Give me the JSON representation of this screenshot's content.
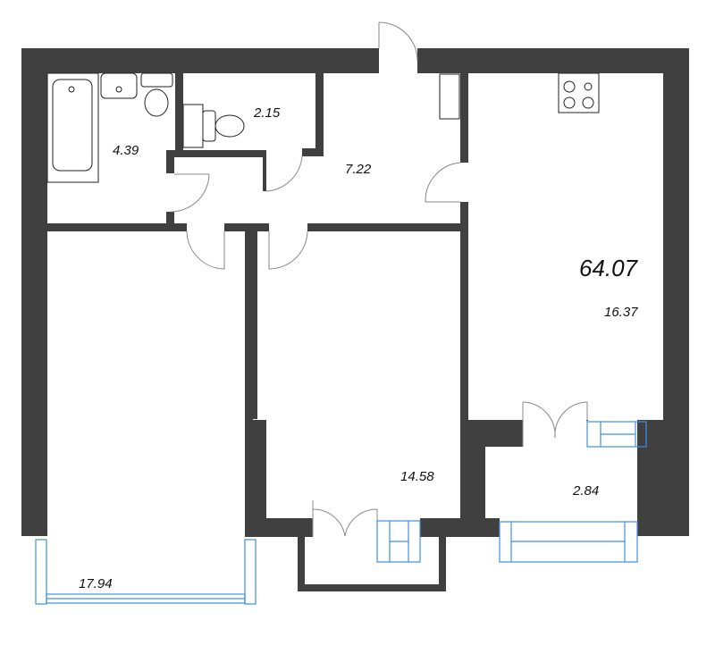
{
  "plan": {
    "total_area": "64.07",
    "colors": {
      "wall": "#404040",
      "window": "#3d8fe8",
      "door_arc": "#888888",
      "fixture": "#222222"
    },
    "rooms": [
      {
        "id": "bathroom",
        "area": "4.39"
      },
      {
        "id": "toilet",
        "area": "2.15"
      },
      {
        "id": "hallway",
        "area": "7.22"
      },
      {
        "id": "kitchen",
        "area": "16.37"
      },
      {
        "id": "bedroom-left",
        "area": "17.94"
      },
      {
        "id": "bedroom-middle",
        "area": "14.58"
      },
      {
        "id": "balcony",
        "area": "2.84"
      }
    ]
  }
}
